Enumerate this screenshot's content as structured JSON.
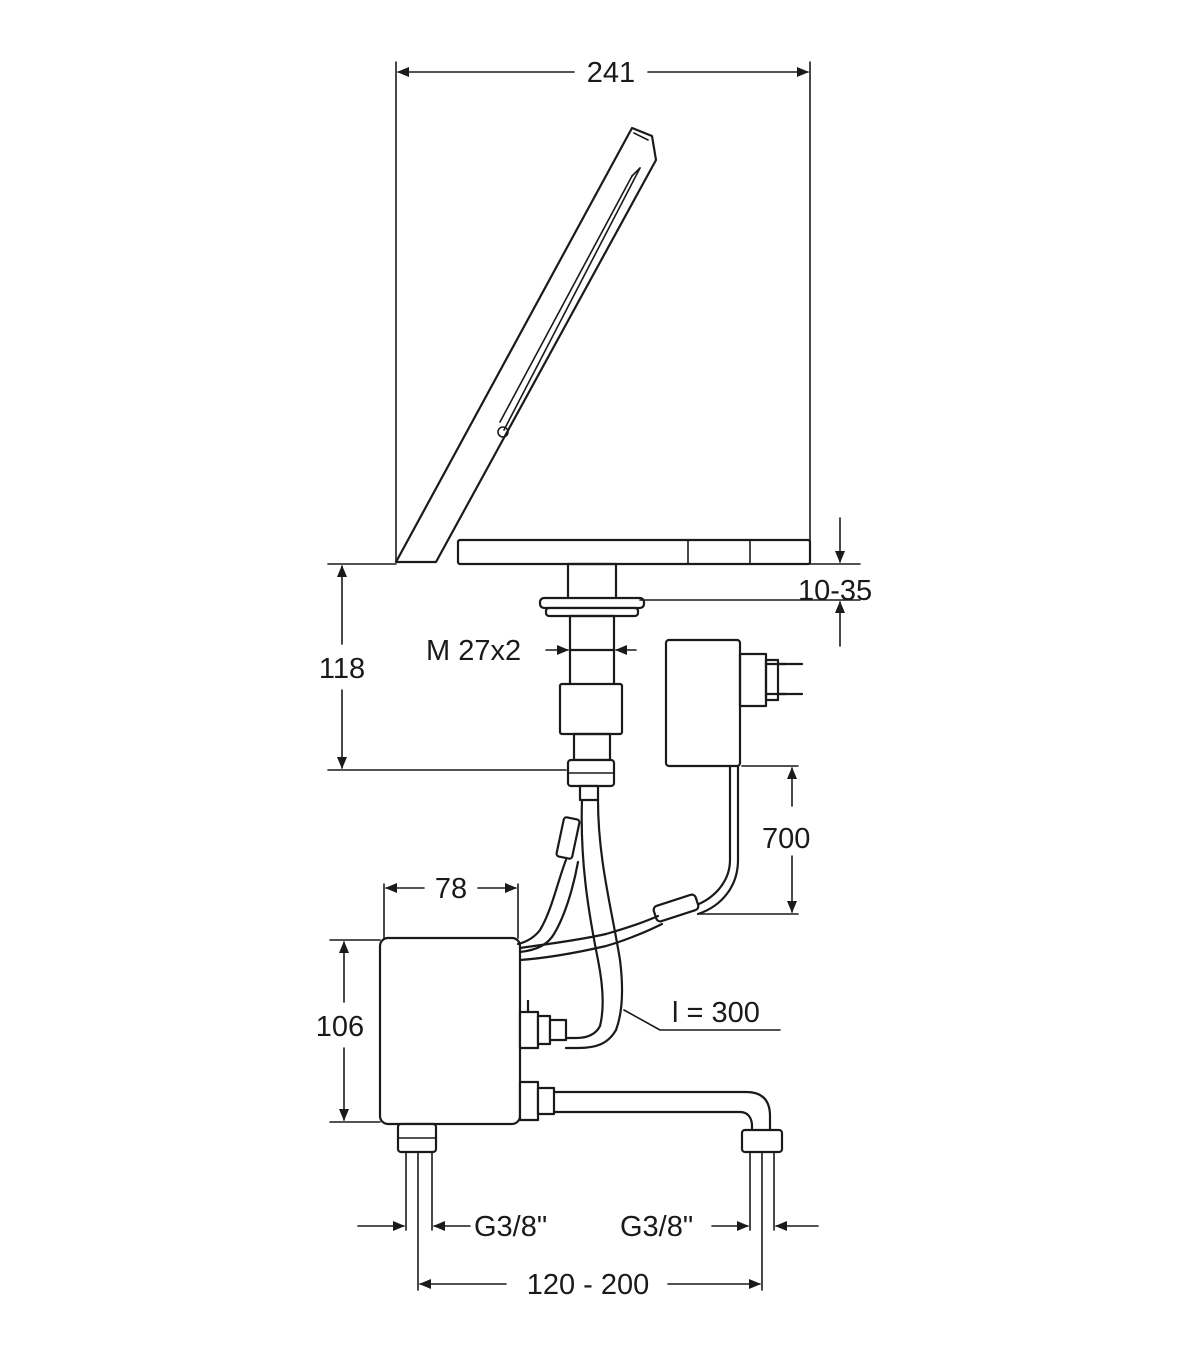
{
  "dimensions": {
    "width_total": "241",
    "deck_thickness": "10-35",
    "spout_height": "118",
    "thread": "M 27x2",
    "cable_length": "700",
    "box_width": "78",
    "box_height": "106",
    "hose_length": "l = 300",
    "connection_left": "G3/8\"",
    "connection_right": "G3/8\"",
    "connection_distance": "120 - 200"
  }
}
